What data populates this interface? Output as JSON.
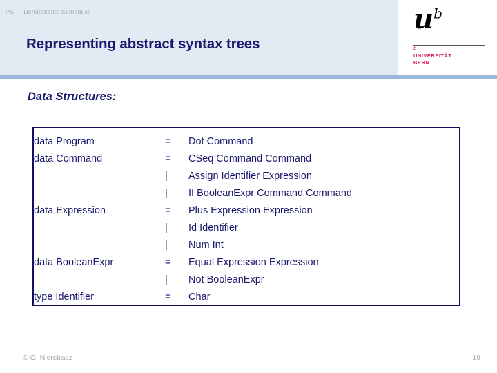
{
  "header": {
    "breadcrumb": "PS — Denotational Semantics",
    "title": "Representing abstract syntax trees",
    "band_color": "#e2eaf4",
    "rule_color": "#9ab8db",
    "title_color": "#1a1a6e"
  },
  "logo": {
    "mark_base": "u",
    "mark_superscript": "b",
    "small_b": "b",
    "line1": "UNIVERSITÄT",
    "line2": "BERN",
    "name_color": "#d81b60"
  },
  "body": {
    "section_heading": "Data Structures:",
    "code_border_color": "#101060",
    "code_text_color": "#1a1a6e",
    "code_rows": [
      {
        "lhs": "data Program",
        "op": "=",
        "rhs": "Dot Command",
        "op_style": "a",
        "rhs_style": "a"
      },
      {
        "lhs": "data Command",
        "op": "=",
        "rhs": "CSeq Command Command",
        "op_style": "b",
        "rhs_style": "b"
      },
      {
        "lhs": "",
        "op": "|",
        "rhs": "Assign Identifier Expression",
        "op_style": "b",
        "rhs_style": "b"
      },
      {
        "lhs": "",
        "op": "|",
        "rhs": "If BooleanExpr Command Command",
        "op_style": "b",
        "rhs_style": "b"
      },
      {
        "lhs": "data Expression",
        "op": "=",
        "rhs": "Plus Expression Expression",
        "op_style": "a",
        "rhs_style": "a"
      },
      {
        "lhs": "",
        "op": "|",
        "rhs": "Id Identifier",
        "op_style": "b",
        "rhs_style": "b"
      },
      {
        "lhs": "",
        "op": "|",
        "rhs": "Num Int",
        "op_style": "b",
        "rhs_style": "b"
      },
      {
        "lhs": "data BooleanExpr",
        "op": "=",
        "rhs": "Equal Expression Expression",
        "op_style": "a",
        "rhs_style": "a"
      },
      {
        "lhs": "",
        "op": "|",
        "rhs": "Not BooleanExpr",
        "op_style": "b",
        "rhs_style": "b"
      },
      {
        "lhs": "type Identifier",
        "op": "=",
        "rhs": "Char",
        "op_style": "c",
        "rhs_style": "c"
      }
    ]
  },
  "footer": {
    "copyright": "© O. Nierstrasz",
    "page_number": "19"
  }
}
